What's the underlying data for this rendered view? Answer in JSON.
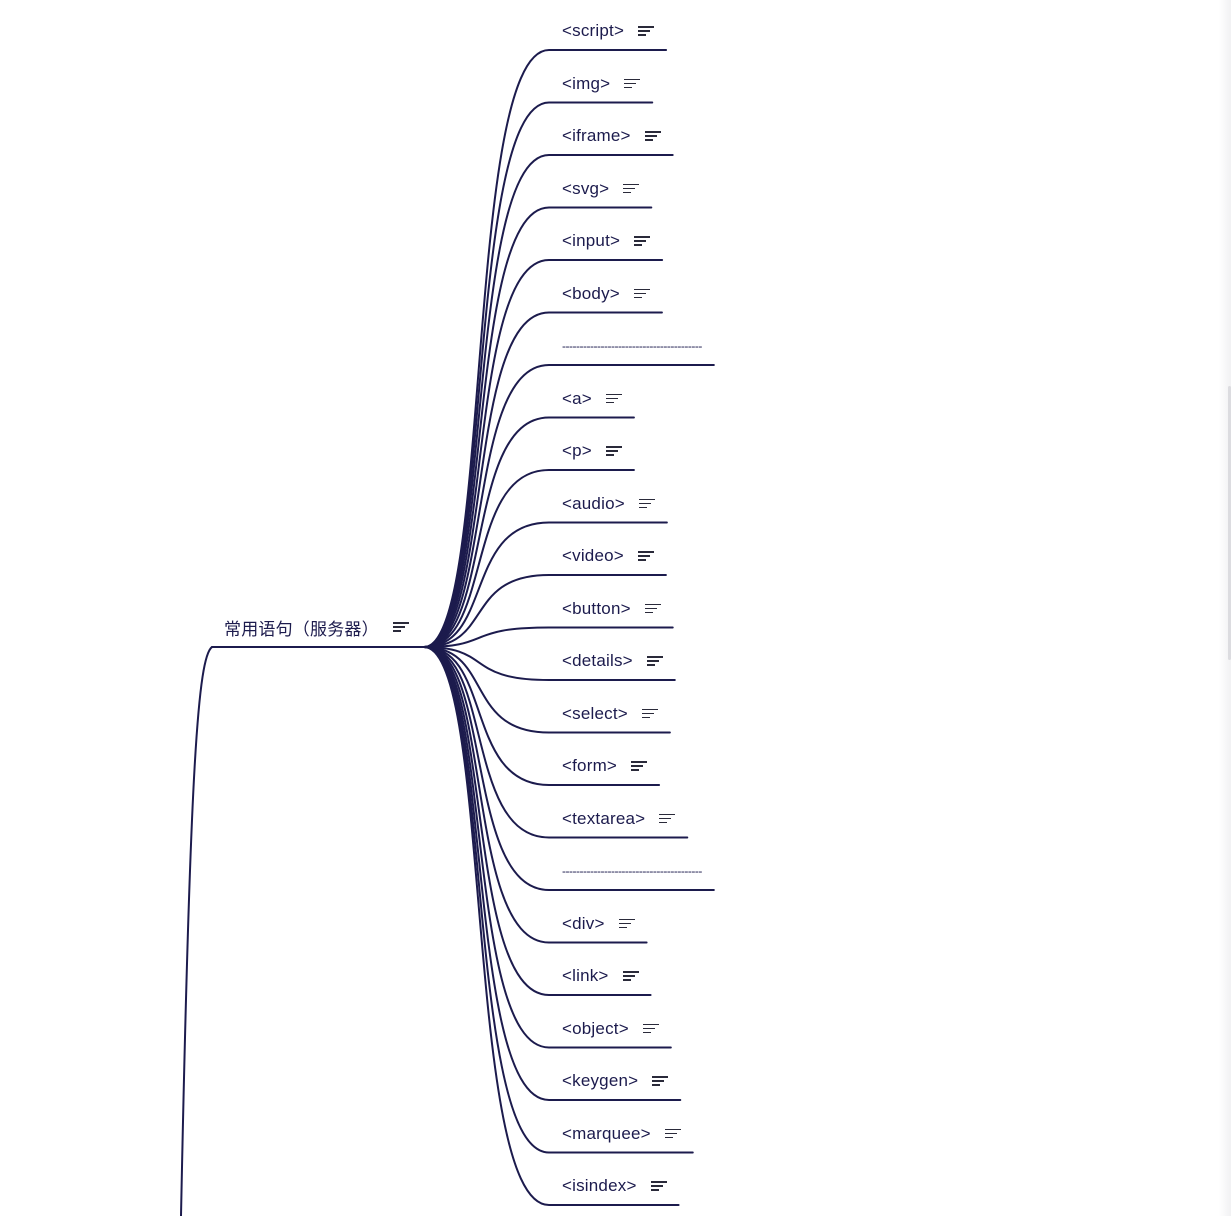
{
  "colors": {
    "line": "#1c1b4d",
    "text": "#1c1b4d",
    "background": "#ffffff"
  },
  "root": {
    "label": "常用语句（服务器）",
    "icon": "note-icon"
  },
  "children": [
    {
      "label": "<script>",
      "icon": "note-icon"
    },
    {
      "label": "<img>",
      "icon": "note-icon"
    },
    {
      "label": "<iframe>",
      "icon": "note-icon"
    },
    {
      "label": "<svg>",
      "icon": "note-icon"
    },
    {
      "label": "<input>",
      "icon": "note-icon"
    },
    {
      "label": "<body>",
      "icon": "note-icon"
    },
    {
      "label": "----------------------------------------",
      "icon": ""
    },
    {
      "label": "<a>",
      "icon": "note-icon"
    },
    {
      "label": "<p>",
      "icon": "note-icon"
    },
    {
      "label": "<audio>",
      "icon": "note-icon"
    },
    {
      "label": "<video>",
      "icon": "note-icon"
    },
    {
      "label": "<button>",
      "icon": "note-icon"
    },
    {
      "label": "<details>",
      "icon": "note-icon"
    },
    {
      "label": "<select>",
      "icon": "note-icon"
    },
    {
      "label": "<form>",
      "icon": "note-icon"
    },
    {
      "label": "<textarea>",
      "icon": "note-icon"
    },
    {
      "label": "----------------------------------------",
      "icon": ""
    },
    {
      "label": "<div>",
      "icon": "note-icon"
    },
    {
      "label": "<link>",
      "icon": "note-icon"
    },
    {
      "label": "<object>",
      "icon": "note-icon"
    },
    {
      "label": "<keygen>",
      "icon": "note-icon"
    },
    {
      "label": "<marquee>",
      "icon": "note-icon"
    },
    {
      "label": "<isindex>",
      "icon": "note-icon"
    }
  ]
}
